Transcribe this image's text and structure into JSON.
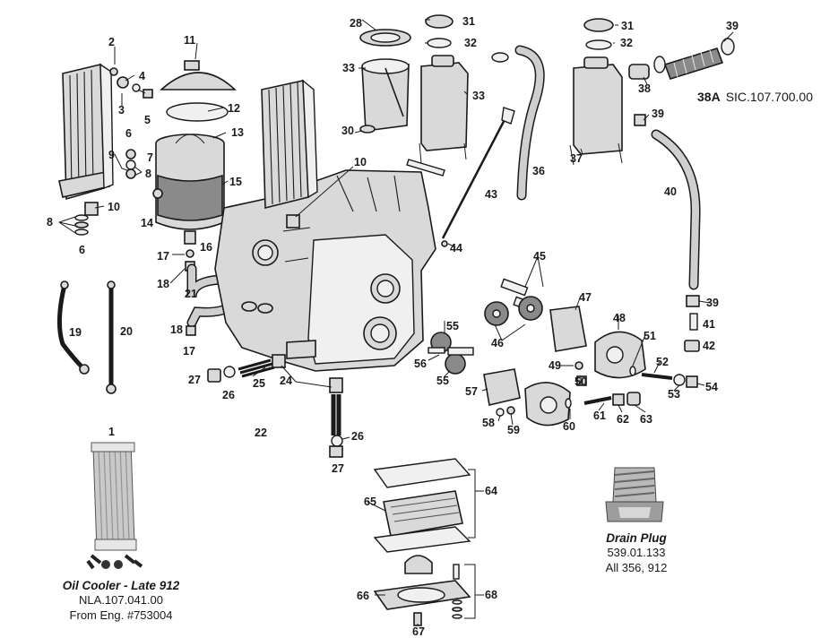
{
  "callouts": [
    "1",
    "2",
    "3",
    "4",
    "5",
    "6",
    "6",
    "7",
    "8",
    "8",
    "9",
    "10",
    "10",
    "11",
    "12",
    "13",
    "14",
    "15",
    "16",
    "17",
    "17",
    "18",
    "18",
    "19",
    "20",
    "21",
    "22",
    "24",
    "24",
    "25",
    "26",
    "26",
    "27",
    "27",
    "28",
    "30",
    "31",
    "31",
    "32",
    "32",
    "33",
    "33",
    "36",
    "37",
    "38",
    "39",
    "39",
    "39",
    "40",
    "41",
    "42",
    "43",
    "44",
    "45",
    "46",
    "47",
    "48",
    "49",
    "50",
    "51",
    "52",
    "53",
    "54",
    "55",
    "55",
    "56",
    "57",
    "58",
    "59",
    "60",
    "61",
    "62",
    "63",
    "64",
    "65",
    "66",
    "67",
    "68"
  ],
  "side_label": {
    "number": "38A",
    "part": "SIC.107.700.00"
  },
  "oil_cooler": {
    "title": "Oil Cooler - Late 912",
    "part_number": "NLA.107.041.00",
    "note": "From Eng. #753004"
  },
  "drain_plug": {
    "title": "Drain Plug",
    "part_number": "539.01.133",
    "note": "All 356, 912"
  }
}
